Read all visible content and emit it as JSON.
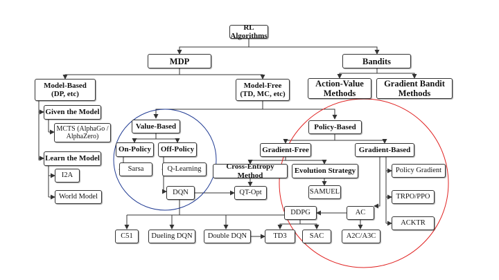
{
  "diagram": {
    "root": "RL Algorithms",
    "mdp": "MDP",
    "bandits": "Bandits",
    "model_based": "Model-Based\n(DP, etc)",
    "model_free": "Model-Free\n(TD, MC, etc)",
    "action_value": "Action-Value\nMethods",
    "gradient_bandit": "Gradient Bandit\nMethods",
    "given_model": "Given the Model",
    "mcts": "MCTS (AlphaGo /\nAlphaZero)",
    "learn_model": "Learn the Model",
    "i2a": "I2A",
    "world_model": "World Model",
    "value_based": "Value-Based",
    "on_policy": "On-Policy",
    "off_policy": "Off-Policy",
    "sarsa": "Sarsa",
    "q_learning": "Q-Learning",
    "dqn": "DQN",
    "policy_based": "Policy-Based",
    "gradient_free": "Gradient-Free",
    "gradient_based": "Gradient-Based",
    "cross_entropy": "Cross-Entropy Method",
    "evolution_strategy": "Evolution Strategy",
    "qt_opt": "QT-Opt",
    "samuel": "SAMUEL",
    "policy_gradient": "Policy Gradient",
    "trpo_ppo": "TRPO/PPO",
    "acktr": "ACKTR",
    "ddpg": "DDPG",
    "ac": "AC",
    "c51": "C51",
    "dueling_dqn": "Dueling DQN",
    "double_dqn": "Double DQN",
    "td3": "TD3",
    "sac": "SAC",
    "a2c_a3c": "A2C/A3C"
  },
  "colors": {
    "value_based_circle": "#1f3a93",
    "policy_based_circle": "#e0201f",
    "lines": "#333333"
  }
}
